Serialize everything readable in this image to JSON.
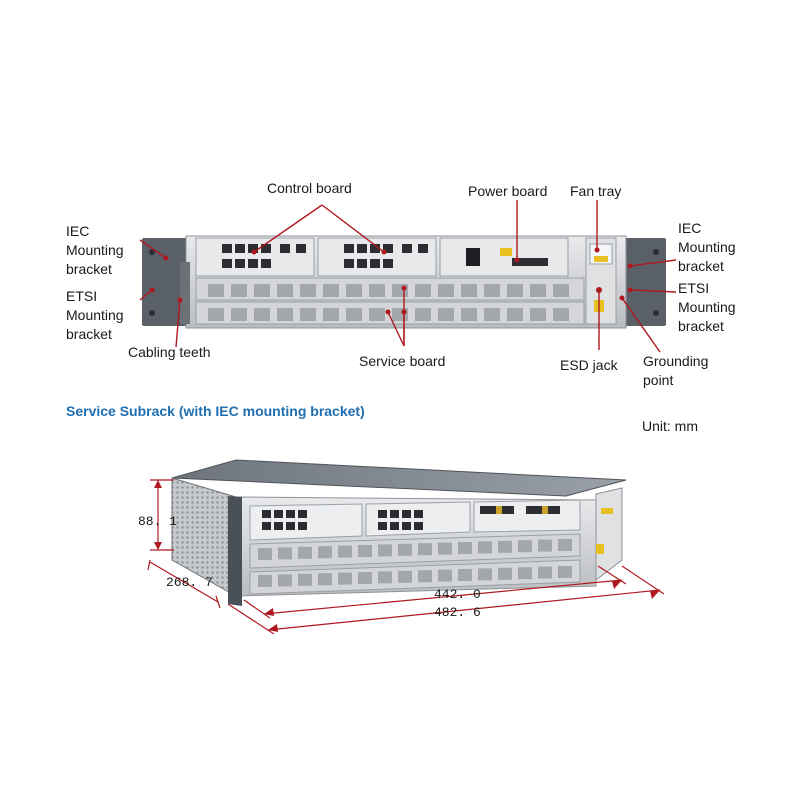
{
  "callouts": {
    "control_board": "Control board",
    "power_board": "Power board",
    "fan_tray": "Fan tray",
    "iec_left": [
      "IEC",
      "Mounting",
      "bracket"
    ],
    "etsi_left": [
      "ETSI",
      "Mounting",
      "bracket"
    ],
    "iec_right": [
      "IEC",
      "Mounting",
      "bracket"
    ],
    "etsi_right": [
      "ETSI",
      "Mounting",
      "bracket"
    ],
    "cabling_teeth": "Cabling teeth",
    "service_board": "Service board",
    "esd_jack": "ESD jack",
    "grounding_point": [
      "Grounding",
      "point"
    ]
  },
  "section_title": "Service Subrack (with IEC mounting bracket)",
  "unit_label": "Unit: mm",
  "dimensions": {
    "height": "88. 1",
    "depth": "268. 7",
    "inner_width": "442. 0",
    "outer_width": "482. 6"
  },
  "colors": {
    "accent_red": "#b0181f",
    "title_blue": "#1f6fb2",
    "chassis_silver": "#d4d6d9",
    "bracket_dark": "#4a5058"
  }
}
